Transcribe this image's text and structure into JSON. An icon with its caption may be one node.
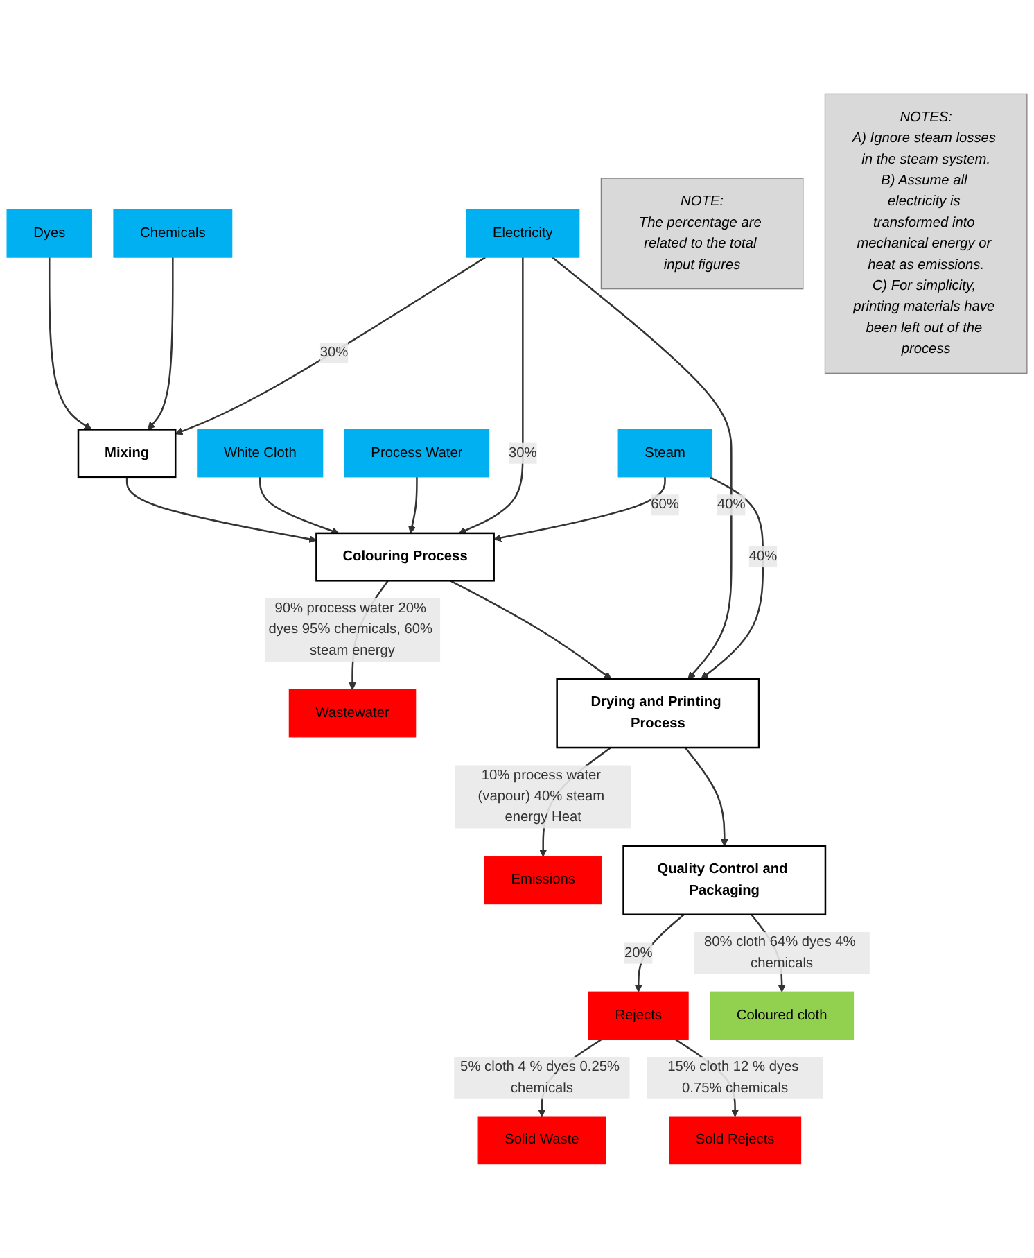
{
  "diagram": {
    "nodes": [
      {
        "text": [
          "Dyes"
        ]
      },
      {
        "text": [
          "Chemicals"
        ]
      },
      {
        "text": [
          "White Cloth"
        ]
      },
      {
        "text": [
          "NOTE:",
          "The percentage are related to the total input figures"
        ]
      },
      {
        "text": [
          "Mixing"
        ]
      },
      {
        "text": [
          "Process Water"
        ]
      },
      {
        "text": [
          "Electricity"
        ]
      },
      {
        "text": [
          "Colouring Process"
        ]
      },
      {
        "text": [
          "Wastewater"
        ]
      },
      {
        "text": [
          "Steam"
        ]
      },
      {
        "text": [
          "Drying and Printing Process"
        ]
      },
      {
        "text": [
          "Emissions"
        ]
      },
      {
        "text": [
          "NOTES:",
          "A) Ignore steam losses in the steam system.",
          "B) Assume all electricity is transformed into mechanical energy or heat as emissions.",
          "C) For simplicity, printing materials have been left out of the process"
        ]
      },
      {
        "text": [
          "Quality Control and Packaging"
        ]
      },
      {
        "text": [
          "Rejects"
        ]
      },
      {
        "text": [
          "Solid Waste"
        ]
      },
      {
        "text": [
          "Coloured cloth"
        ]
      },
      {
        "text": [
          "Sold Rejects"
        ]
      }
    ],
    "edges": [
      {
        "from": 0,
        "to": 4,
        "arrow": "to"
      },
      {
        "from": 1,
        "to": 4,
        "arrow": "to"
      },
      {
        "from": 4,
        "to": 7,
        "arrow": "to"
      },
      {
        "from": 2,
        "to": 7,
        "arrow": "to"
      },
      {
        "from": 6,
        "to": 4,
        "arrow": "to",
        "label": "30%"
      },
      {
        "from": 5,
        "to": 7,
        "arrow": "to"
      },
      {
        "from": 6,
        "to": 7,
        "arrow": "to",
        "label": "30%"
      },
      {
        "from": 9,
        "to": 7,
        "arrow": "to",
        "label": "60%"
      },
      {
        "from": 7,
        "to": 8,
        "arrow": "to",
        "label": "90% process water 20% dyes 95% chemicals, 60% steam energy"
      },
      {
        "from": 7,
        "to": 10,
        "arrow": "to"
      },
      {
        "from": 6,
        "to": 10,
        "arrow": "to",
        "label": "40%"
      },
      {
        "from": 9,
        "to": 10,
        "arrow": "to",
        "label": "40%"
      },
      {
        "from": 10,
        "to": 11,
        "arrow": "to",
        "label": "10% process water (vapour) 40% steam energy Heat"
      },
      {
        "from": 10,
        "to": 13,
        "arrow": "to"
      },
      {
        "from": 13,
        "to": 14,
        "arrow": "to",
        "label": "20%"
      },
      {
        "from": 14,
        "to": 15,
        "arrow": "to",
        "label": "5% cloth 4 % dyes 0.25% chemicals"
      },
      {
        "from": 13,
        "to": 16,
        "arrow": "to",
        "label": "80% cloth 64% dyes 4% chemicals"
      },
      {
        "from": 14,
        "to": 17,
        "arrow": "to",
        "label": "15% cloth 12 % dyes 0.75% chemicals"
      }
    ]
  }
}
